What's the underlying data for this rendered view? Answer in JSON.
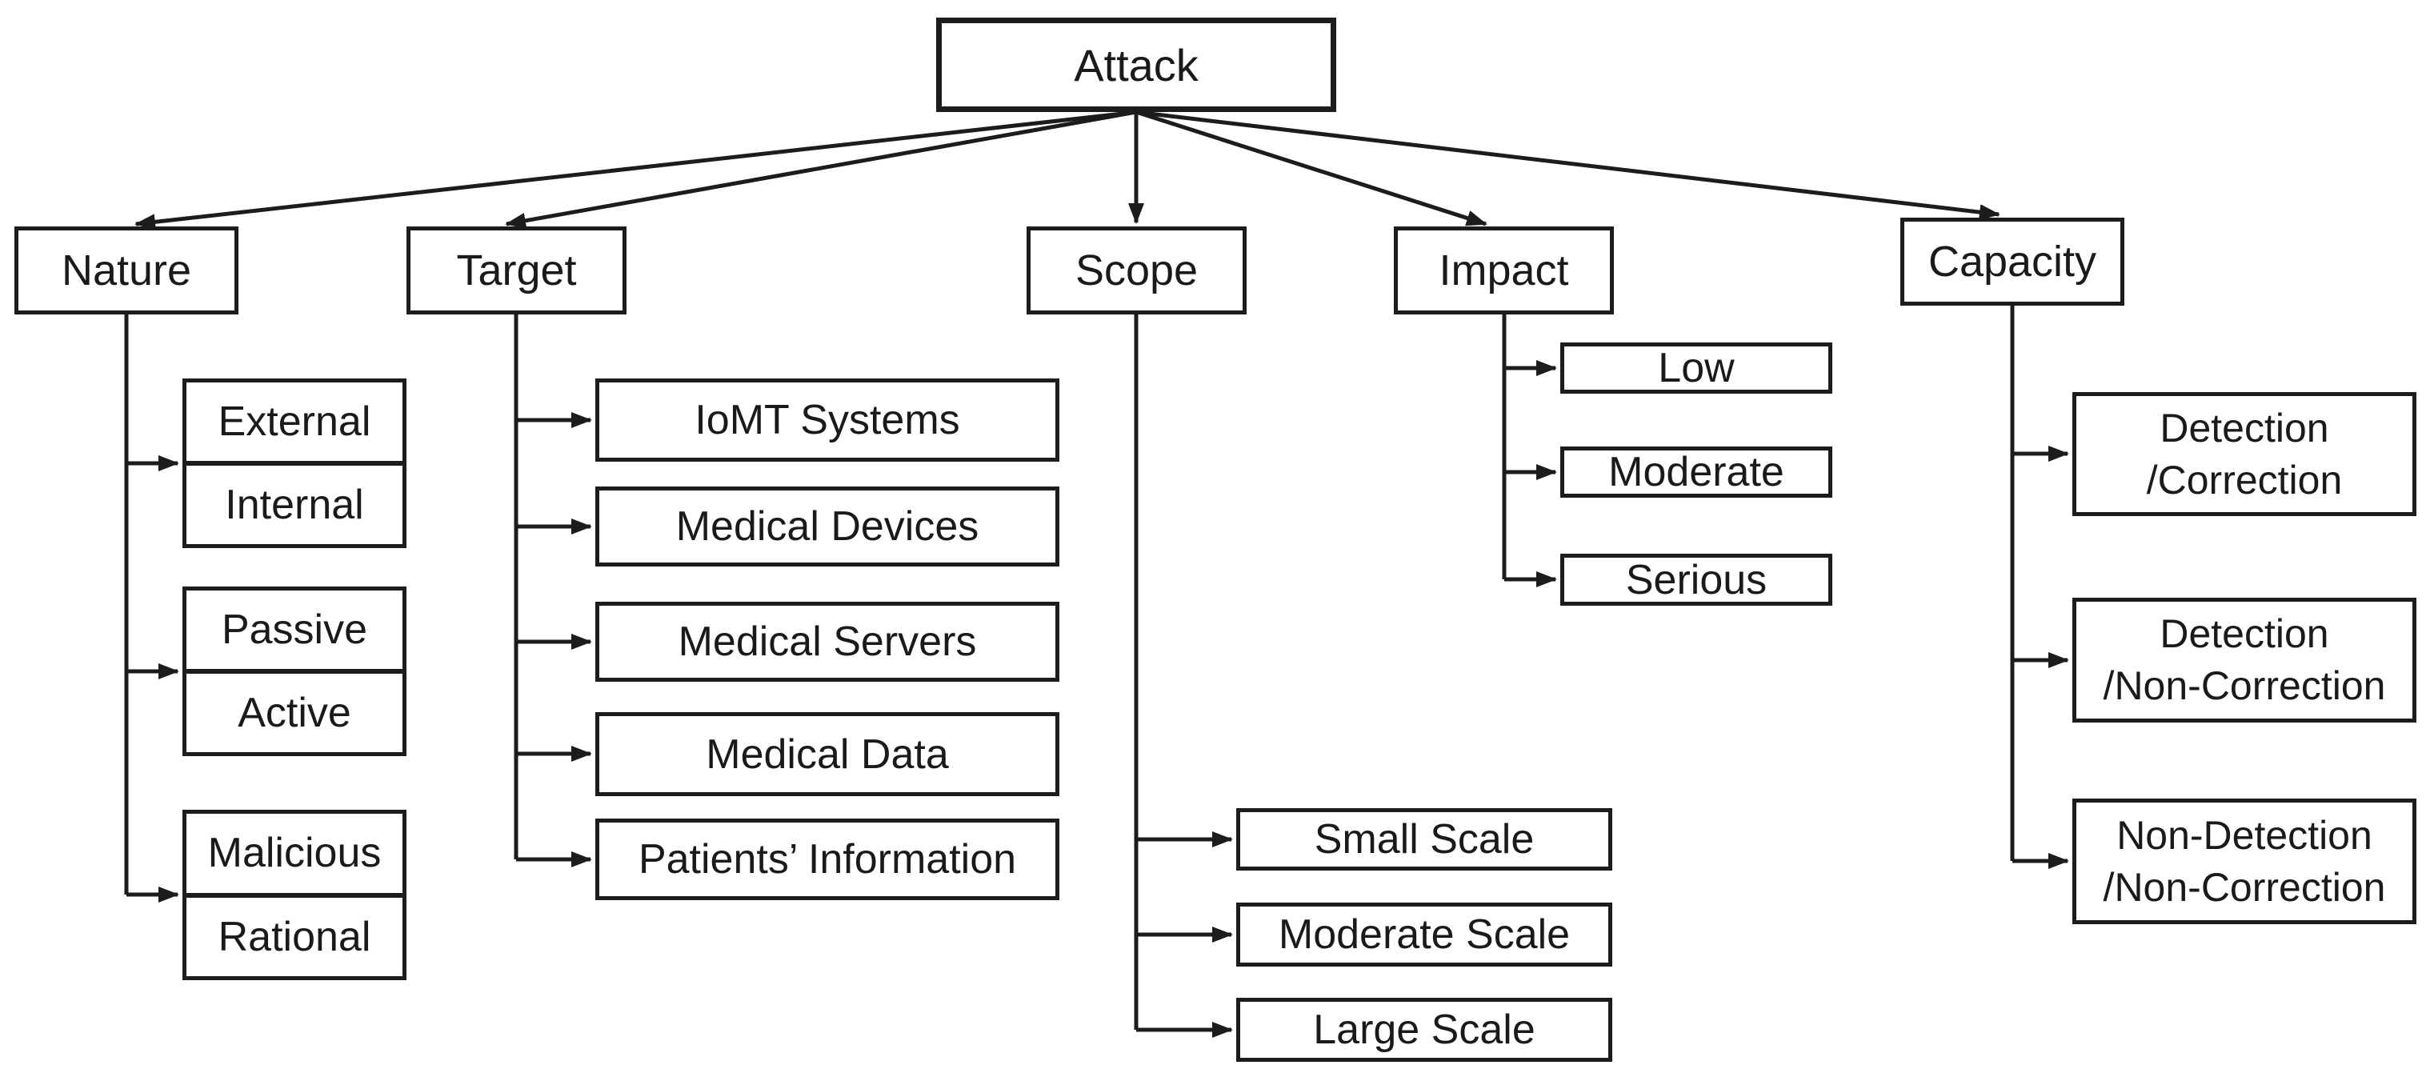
{
  "diagram": {
    "root_label": "Attack",
    "categories": {
      "nature": "Nature",
      "target": "Target",
      "scope": "Scope",
      "impact": "Impact",
      "capacity": "Capacity"
    },
    "nature_pairs": [
      {
        "top": "External",
        "bottom": "Internal"
      },
      {
        "top": "Passive",
        "bottom": "Active"
      },
      {
        "top": "Malicious",
        "bottom": "Rational"
      }
    ],
    "target_items": [
      "IoMT Systems",
      "Medical Devices",
      "Medical Servers",
      "Medical Data",
      "Patients’ Information"
    ],
    "scope_items": [
      "Small Scale",
      "Moderate Scale",
      "Large Scale"
    ],
    "impact_items": [
      "Low",
      "Moderate",
      "Serious"
    ],
    "capacity_items": [
      {
        "line1": "Detection",
        "line2": "/Correction"
      },
      {
        "line1": "Detection",
        "line2": "/Non-Correction"
      },
      {
        "line1": "Non-Detection",
        "line2": "/Non-Correction"
      }
    ],
    "colors": {
      "line": "#1c1c1c",
      "box_border": "#1c1c1c",
      "text": "#1a1a1a",
      "background": "#ffffff"
    }
  }
}
